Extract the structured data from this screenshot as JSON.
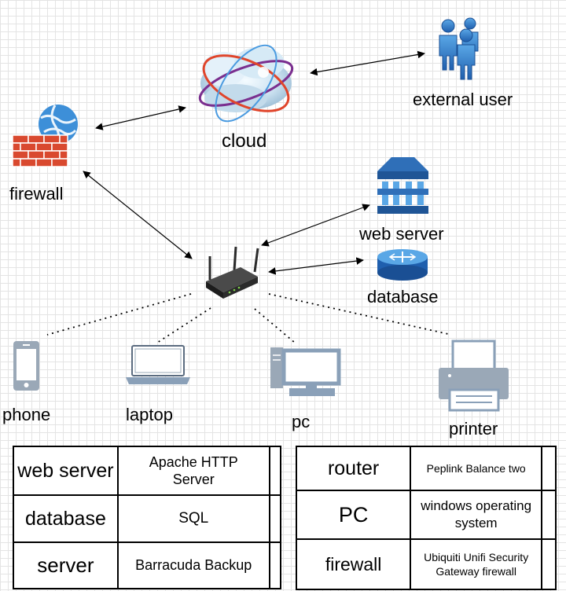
{
  "nodes": {
    "cloud": "cloud",
    "external_user": "external user",
    "firewall": "firewall",
    "web_server": "web server",
    "database": "database",
    "phone": "phone",
    "laptop": "laptop",
    "pc": "pc",
    "printer": "printer"
  },
  "tables": {
    "left": [
      {
        "device": "web server",
        "spec": "Apache HTTP Server"
      },
      {
        "device": "database",
        "spec": "SQL"
      },
      {
        "device": "server",
        "spec": "Barracuda Backup"
      }
    ],
    "right": [
      {
        "device": "router",
        "spec": "Peplink Balance two"
      },
      {
        "device": "PC",
        "spec": "windows operating system"
      },
      {
        "device": "firewall",
        "spec": "Ubiquiti Unifi Security Gateway firewall"
      }
    ]
  },
  "colors": {
    "brick": "#d9492f",
    "blue_icon": "#2f6fb8",
    "device_gray": "#8aa0b8",
    "router": "#2b2b2b"
  }
}
